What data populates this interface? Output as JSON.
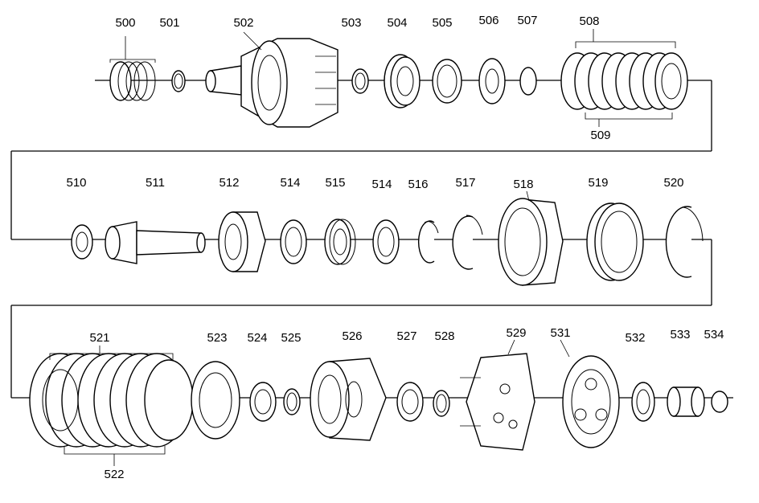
{
  "part_numbers": {
    "p500": "500",
    "p501": "501",
    "p502": "502",
    "p503": "503",
    "p504": "504",
    "p505": "505",
    "p506": "506",
    "p507": "507",
    "p508": "508",
    "p509": "509",
    "p510": "510",
    "p511": "511",
    "p512": "512",
    "p514a": "514",
    "p515": "515",
    "p514b": "514",
    "p516": "516",
    "p517": "517",
    "p518": "518",
    "p519": "519",
    "p520": "520",
    "p521": "521",
    "p522": "522",
    "p523": "523",
    "p524": "524",
    "p525": "525",
    "p526": "526",
    "p527": "527",
    "p528": "528",
    "p529": "529",
    "p531": "531",
    "p532": "532",
    "p533": "533",
    "p534": "534"
  }
}
